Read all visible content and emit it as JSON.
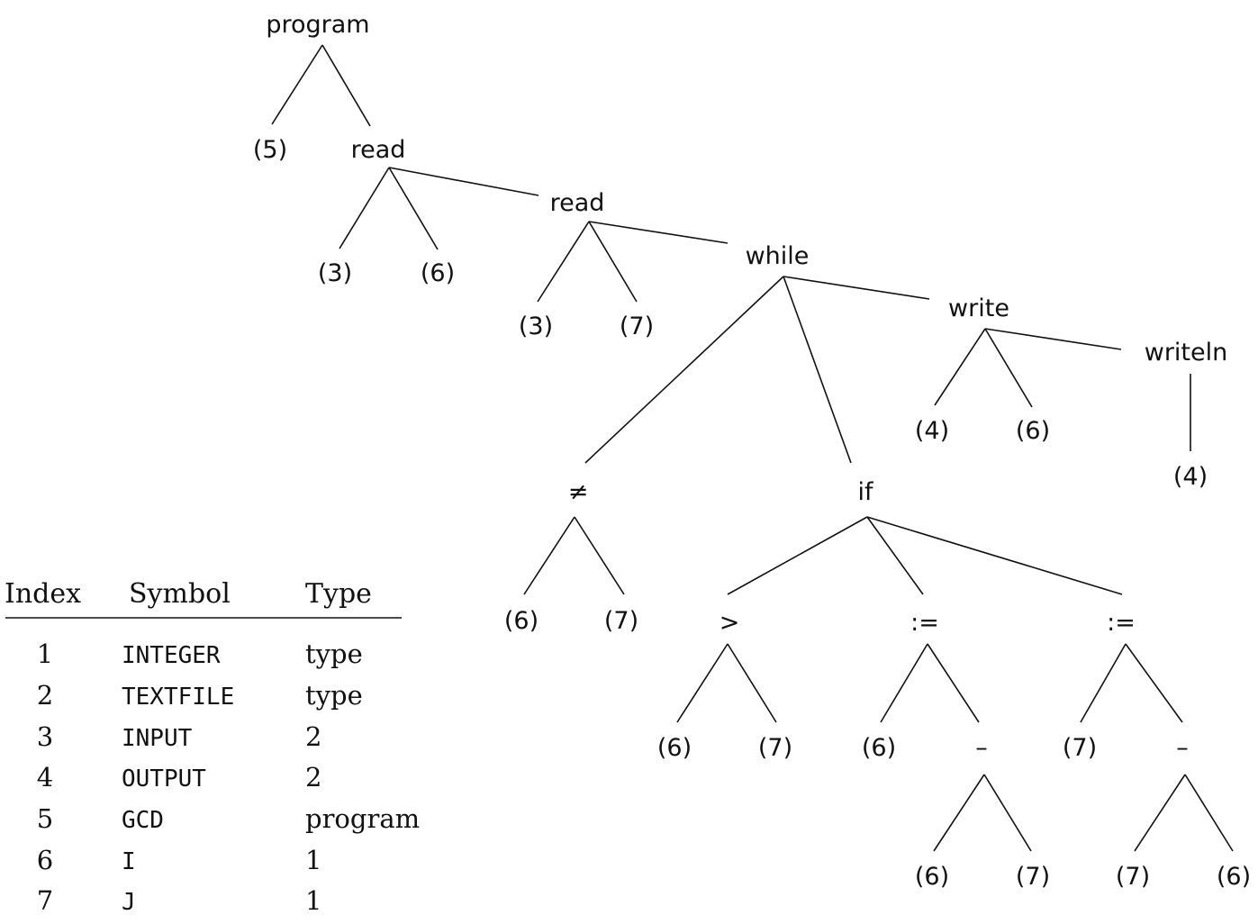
{
  "tree": {
    "program": "program",
    "n5": "(5)",
    "read1": "read",
    "read1_a": "(3)",
    "read1_b": "(6)",
    "read2": "read",
    "read2_a": "(3)",
    "read2_b": "(7)",
    "while": "while",
    "write": "write",
    "write_a": "(4)",
    "write_b": "(6)",
    "writeln": "writeln",
    "writeln_a": "(4)",
    "neq": "≠",
    "neq_a": "(6)",
    "neq_b": "(7)",
    "if": "if",
    "gt": ">",
    "gt_a": "(6)",
    "gt_b": "(7)",
    "assign1": ":=",
    "assign1_a": "(6)",
    "minus1": "–",
    "minus1_a": "(6)",
    "minus1_b": "(7)",
    "assign2": ":=",
    "assign2_a": "(7)",
    "minus2": "–",
    "minus2_a": "(7)",
    "minus2_b": "(6)"
  },
  "symbol_table": {
    "headers": [
      "Index",
      "Symbol",
      "Type"
    ],
    "rows": [
      [
        "1",
        "INTEGER",
        "type"
      ],
      [
        "2",
        "TEXTFILE",
        "type"
      ],
      [
        "3",
        "INPUT",
        "2"
      ],
      [
        "4",
        "OUTPUT",
        "2"
      ],
      [
        "5",
        "GCD",
        "program"
      ],
      [
        "6",
        "I",
        "1"
      ],
      [
        "7",
        "J",
        "1"
      ]
    ]
  }
}
